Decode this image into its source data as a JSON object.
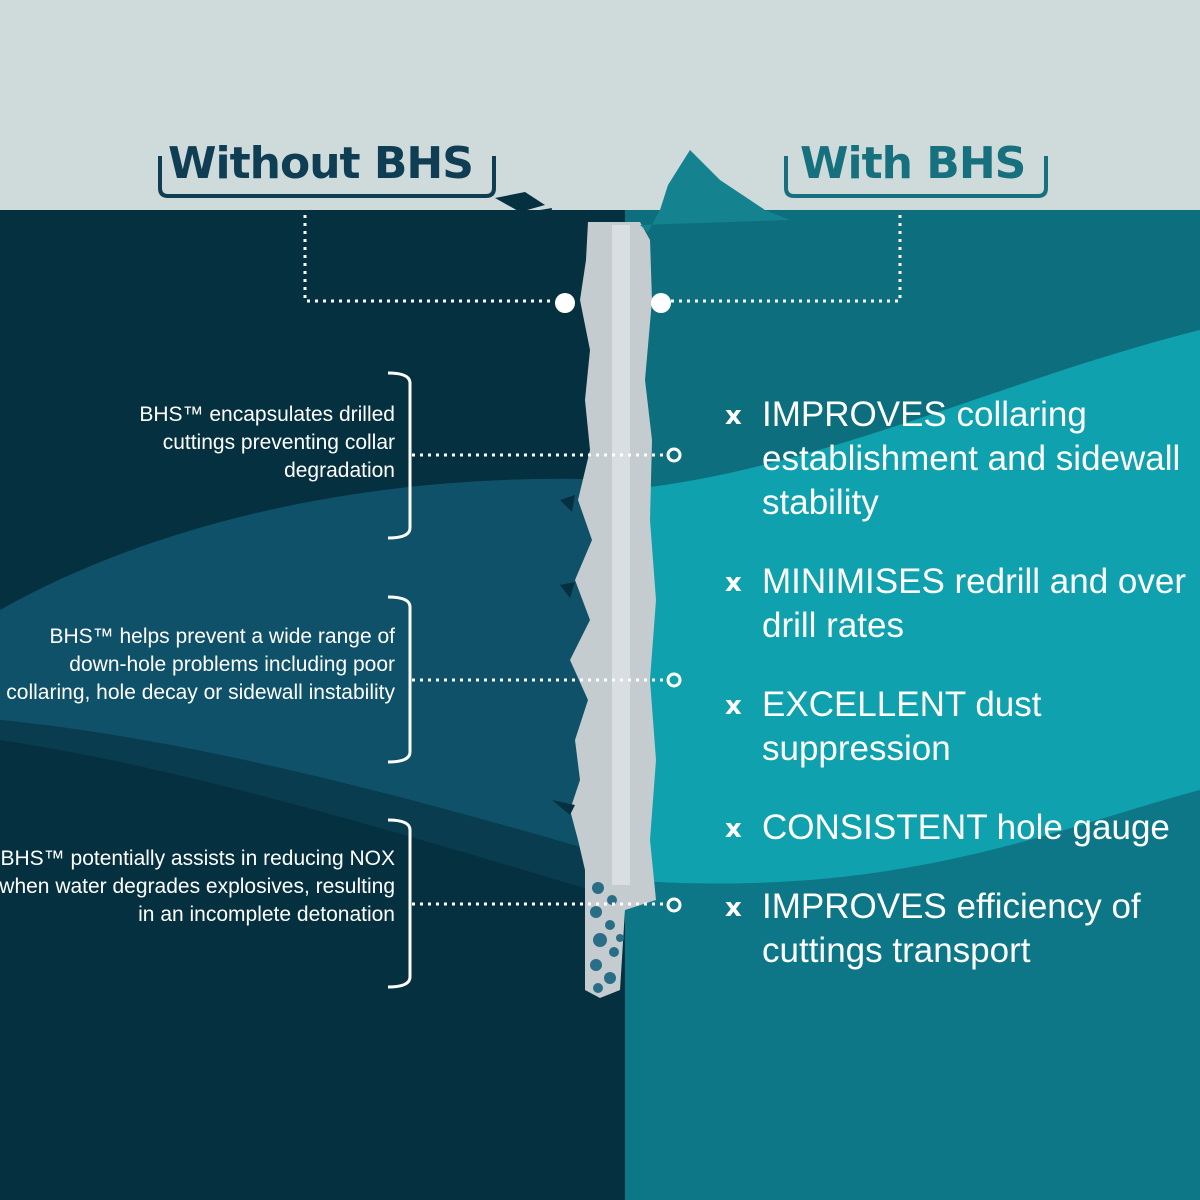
{
  "headings": {
    "without": "Without BHS",
    "with": "With BHS"
  },
  "notes": [
    "BHS™ encapsulates drilled cuttings preventing collar degradation",
    "BHS™ helps prevent a wide range of down-hole problems including poor collaring, hole decay or sidewall instability",
    "BHS™ potentially assists in reducing NOX when water degrades explosives, resulting in an incomplete detonation"
  ],
  "benefits": [
    "IMPROVES collaring establishment and sidewall stability",
    "MINIMISES redrill and over drill rates",
    "EXCELLENT dust suppression",
    "CONSISTENT hole gauge",
    "IMPROVES efficiency of cuttings transport"
  ],
  "icons": {
    "benefit_marker": "x-mark-icon",
    "benefit_marker_glyph": "x"
  },
  "colors": {
    "sky": "#cfdbdb",
    "ground_left_dark": "#05303f",
    "ground_left_mid": "#0e5169",
    "ground_right_mid": "#15828f",
    "ground_right_bright": "#0fa1ad",
    "borehole": "#c4ccd0",
    "heading_left": "#0f3d53",
    "heading_right": "#16707e"
  }
}
